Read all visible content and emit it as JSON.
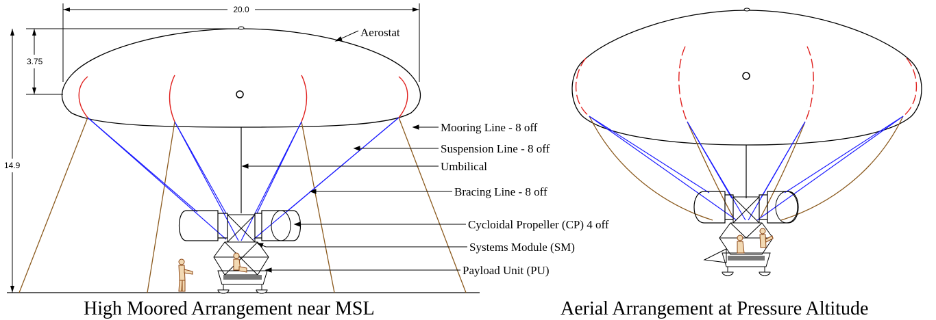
{
  "diagram": {
    "left_caption": "High Moored Arrangement near MSL",
    "right_caption": "Aerial Arrangement at Pressure Altitude",
    "dimensions": {
      "width": "20.0",
      "top_height": "3.75",
      "total_height": "14.9"
    },
    "callouts": {
      "aerostat": "Aerostat",
      "mooring": "Mooring Line - 8 off",
      "suspension": "Suspension Line - 8 off",
      "umbilical": "Umbilical",
      "bracing": "Bracing Line - 8 off",
      "propeller": "Cycloidal Propeller (CP) 4 off",
      "systems": "Systems Module (SM)",
      "payload": "Payload Unit (PU)"
    },
    "colors": {
      "suspension": "#1a1aff",
      "mooring": "#8b5a1e",
      "seam": "#e0201e"
    }
  }
}
